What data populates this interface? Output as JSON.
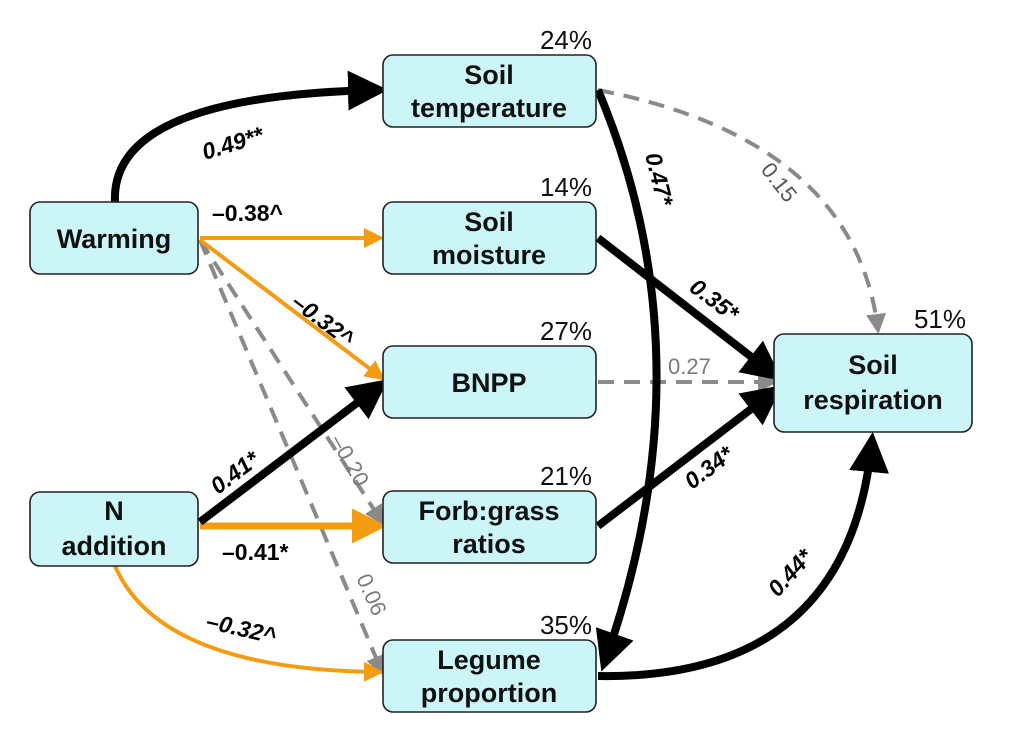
{
  "colors": {
    "positive_significant": "#000000",
    "negative_significant": "#f39c12",
    "non_significant": "#8a8a8a",
    "node_fill": "#ccf5f7"
  },
  "nodes": {
    "warming": {
      "lines": [
        "Warming"
      ]
    },
    "n_addition": {
      "lines": [
        "N",
        "addition"
      ]
    },
    "soil_temperature": {
      "lines": [
        "Soil",
        "temperature"
      ],
      "r2": "24%"
    },
    "soil_moisture": {
      "lines": [
        "Soil",
        "moisture"
      ],
      "r2": "14%"
    },
    "bnpp": {
      "lines": [
        "BNPP"
      ],
      "r2": "27%"
    },
    "forb_grass": {
      "lines": [
        "Forb:grass",
        "ratios"
      ],
      "r2": "21%"
    },
    "legume": {
      "lines": [
        "Legume",
        "proportion"
      ],
      "r2": "35%"
    },
    "soil_respiration": {
      "lines": [
        "Soil",
        "respiration"
      ],
      "r2": "51%"
    }
  },
  "paths": {
    "warming_soil_temperature": "0.49**",
    "warming_soil_moisture": "–0.38^",
    "warming_bnpp": "–0.32^",
    "warming_forb_grass": "–0.20",
    "warming_legume": "0.06",
    "n_bnpp": "0.41*",
    "n_forb_grass": "–0.41*",
    "n_legume": "–0.32^",
    "soil_temperature_legume": "0.47*",
    "soil_temperature_soil_respiration": "0.15",
    "soil_moisture_soil_respiration": "0.35*",
    "bnpp_soil_respiration": "0.27",
    "forb_grass_soil_respiration": "0.34*",
    "legume_soil_respiration": "0.44*"
  }
}
